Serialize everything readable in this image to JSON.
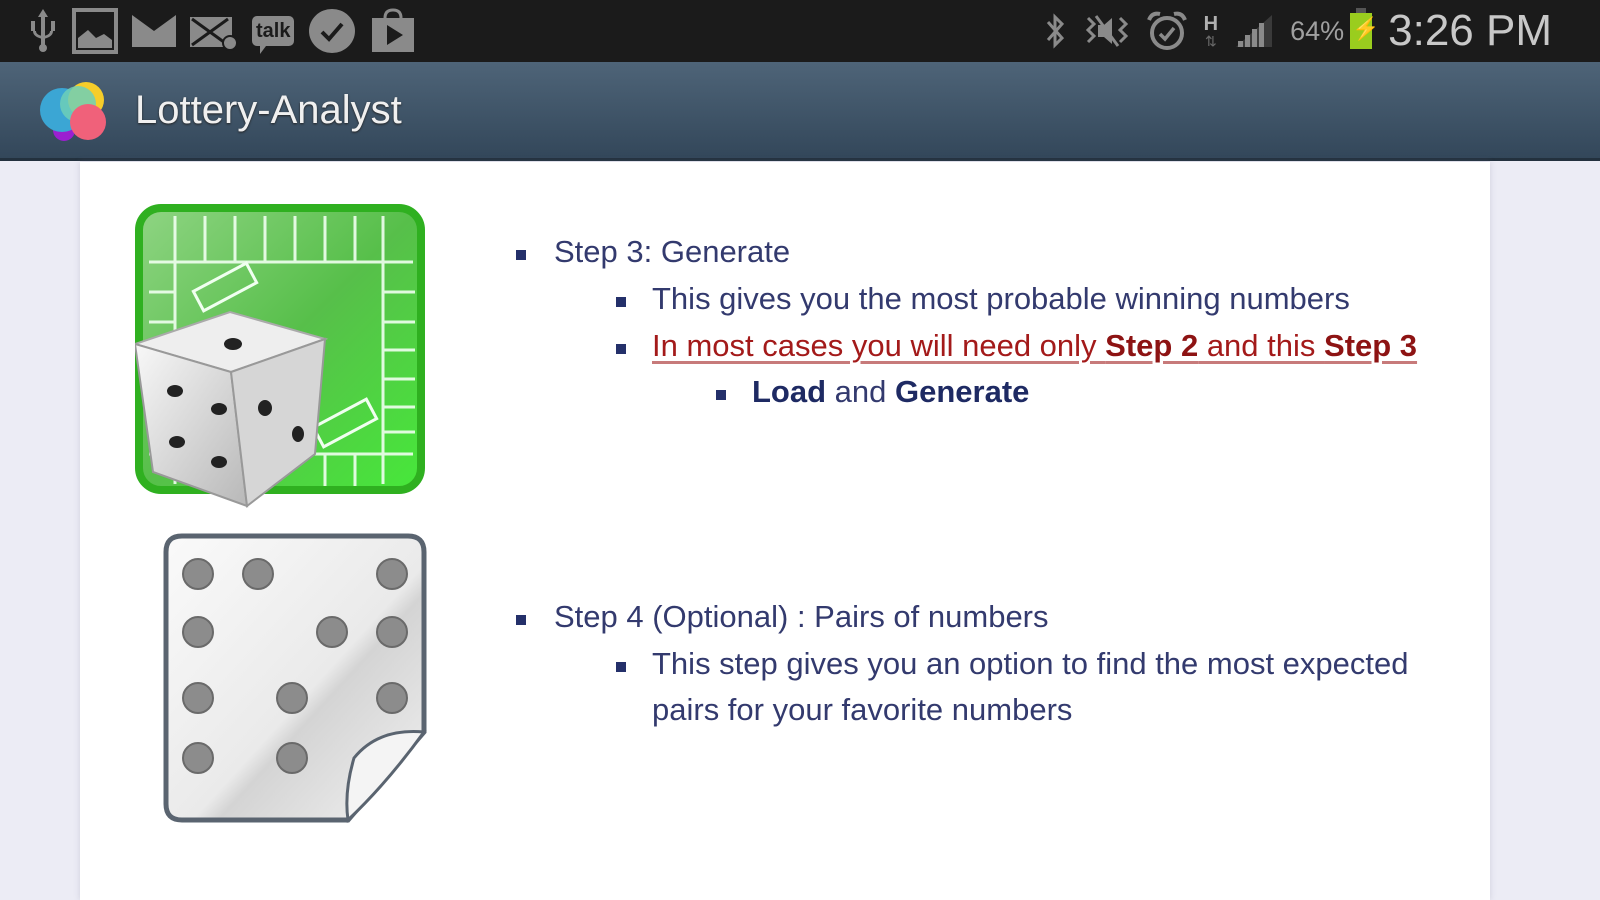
{
  "status_bar": {
    "left_icons": [
      "usb-icon",
      "gallery-icon",
      "email-icon",
      "mail-error-icon",
      "talk-icon",
      "task-check-icon",
      "play-store-icon"
    ],
    "talk_label": "talk",
    "right_icons": [
      "bluetooth-icon",
      "mute-icon",
      "alarm-icon",
      "hspa-data-icon",
      "signal-icon",
      "battery-charging-icon"
    ],
    "network_type": "H",
    "battery_percent": "64%",
    "time": "3:26 PM",
    "battery_color": "#9acd1e"
  },
  "action_bar": {
    "app_title": "Lottery-Analyst",
    "logo_icon": "app-logo-bubbles-icon"
  },
  "content": {
    "step3": {
      "image_icon": "board-game-dice-icon",
      "title": "Step 3: Generate",
      "items": [
        {
          "text": "This gives you the most probable winning numbers"
        },
        {
          "emphasis": true,
          "parts": [
            "In most cases you will need only ",
            "Step 2",
            " and this ",
            "Step 3"
          ]
        }
      ],
      "sub_item_parts": [
        "Load",
        " and ",
        "Generate"
      ]
    },
    "step4": {
      "image_icon": "lottery-ticket-dots-icon",
      "title": "Step 4 (Optional) : Pairs of numbers",
      "items": [
        {
          "line1": "This step gives you an option to find the most expected",
          "line2": "pairs  for your favorite numbers"
        }
      ]
    }
  },
  "colors": {
    "text": "#333a6e",
    "emphasis_red": "#a31a1a",
    "action_bar": "#3f5467",
    "background": "#ececf5"
  }
}
